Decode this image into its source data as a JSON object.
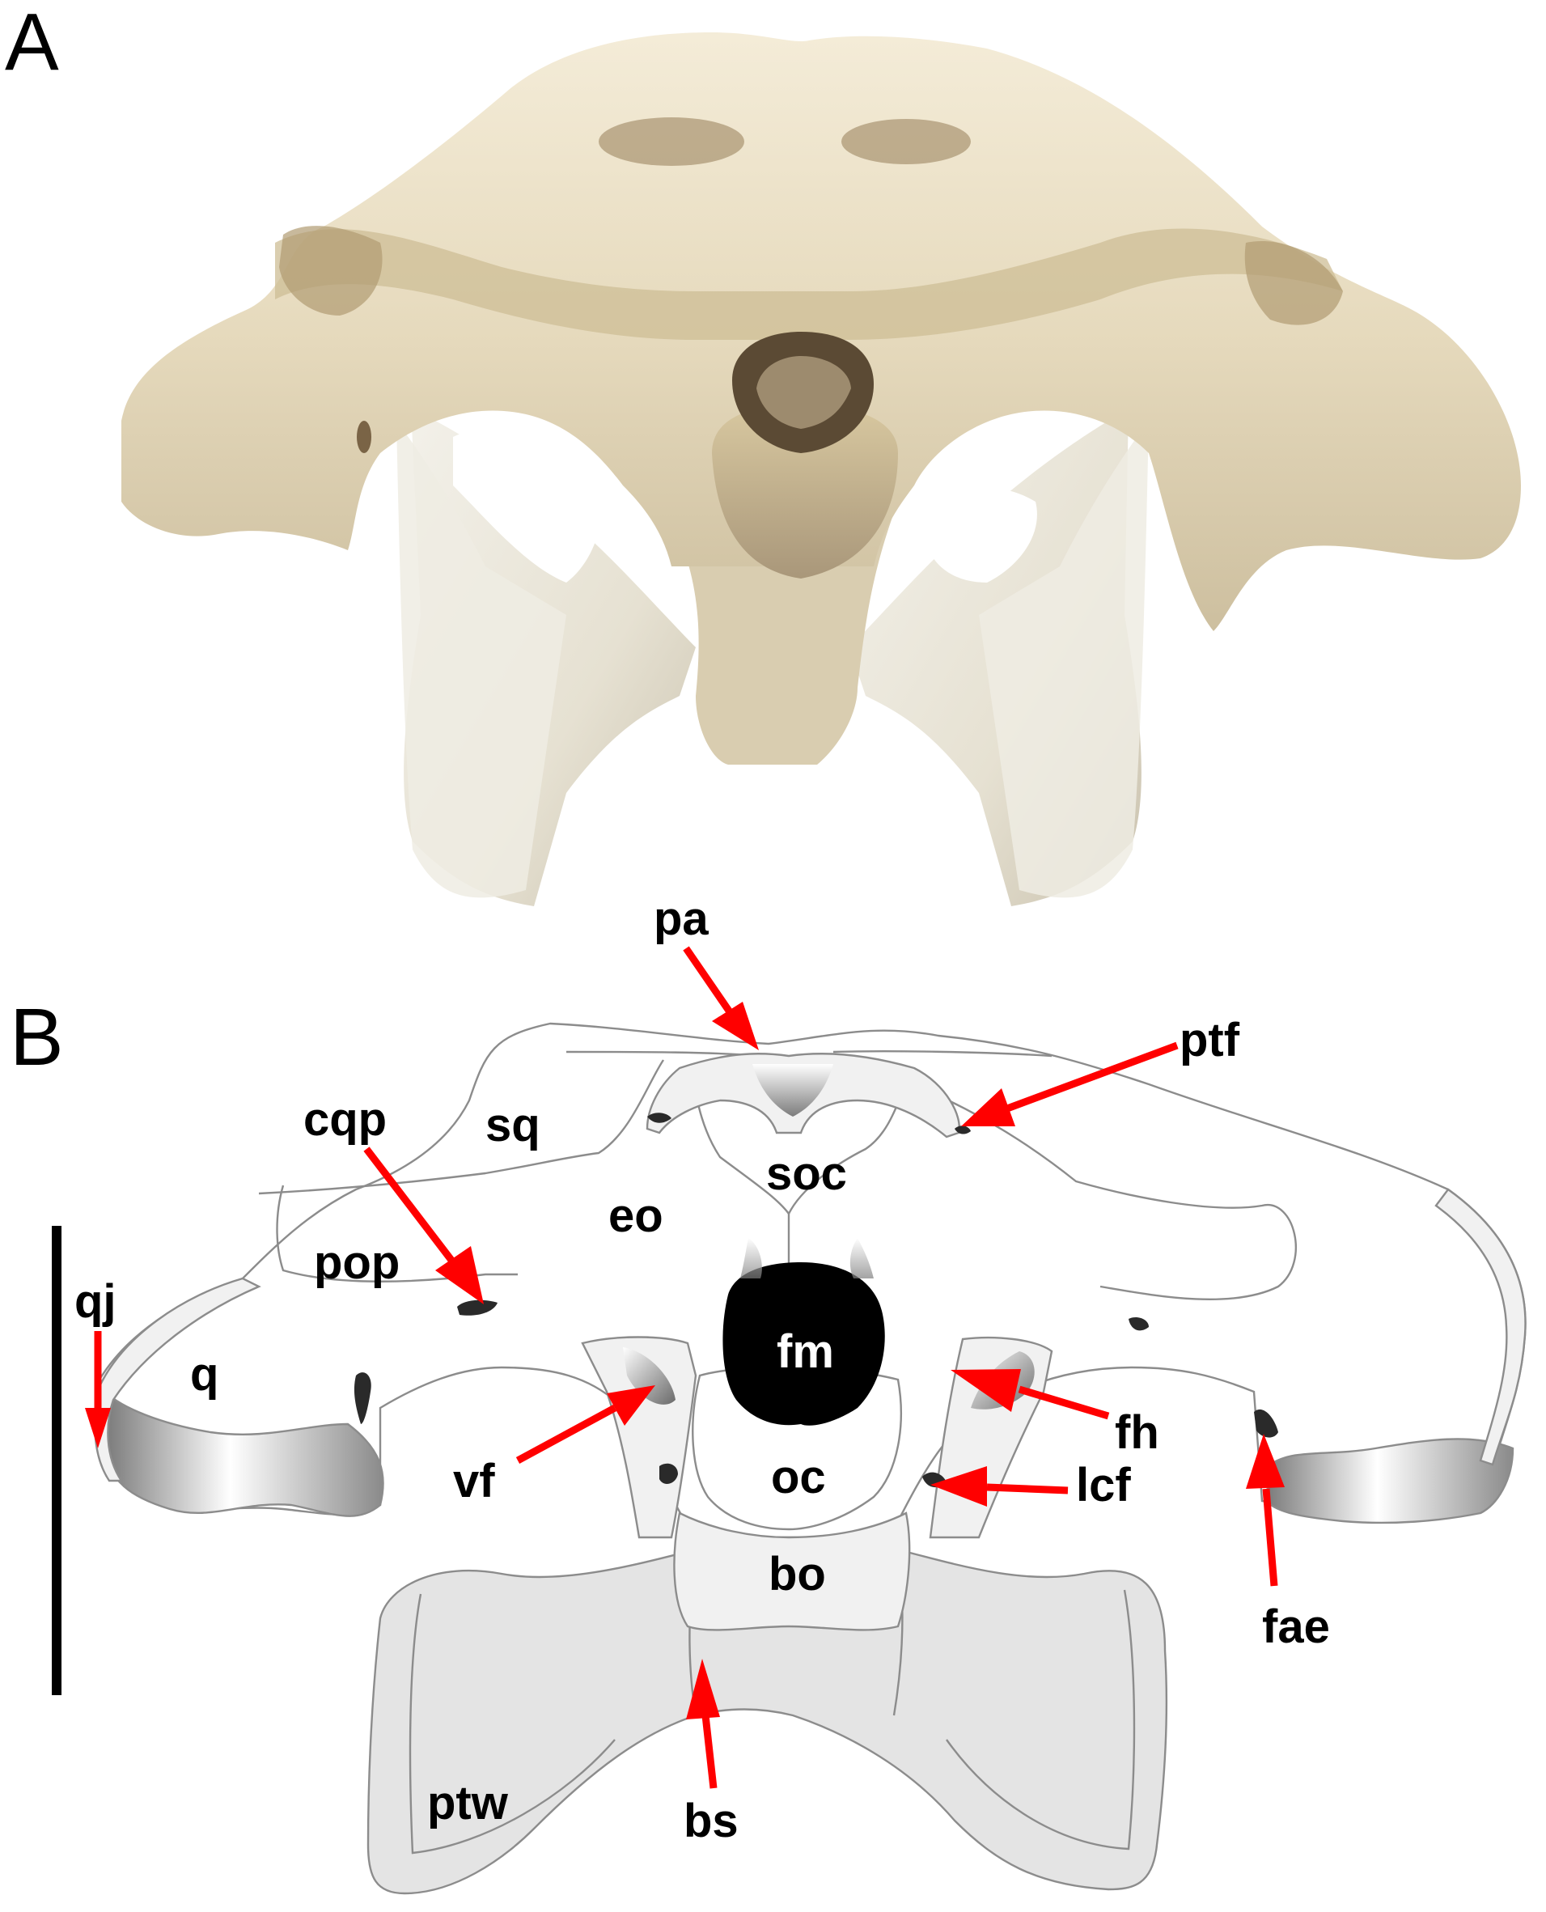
{
  "figure": {
    "panels": [
      {
        "id": "A",
        "label": "A",
        "content": "photograph of skull in posterior view"
      },
      {
        "id": "B",
        "label": "B",
        "content": "interpretive line drawing with anatomical labels"
      }
    ],
    "colors": {
      "arrow": "#ff0000",
      "outline": "#8c8c8c",
      "bone_light": "#f1f1f1",
      "bone_mid": "#e4e4e4",
      "foramen": "#2a2a2a",
      "foramen_magnum": "#000000",
      "photo_bone": "#e9dfc6"
    },
    "scale_bar": {
      "orientation": "vertical",
      "label": ""
    },
    "labels": {
      "pa": "pa",
      "ptf": "ptf",
      "cqp": "cqp",
      "sq": "sq",
      "soc": "soc",
      "eo": "eo",
      "pop": "pop",
      "qj": "qj",
      "q": "q",
      "fm": "fm",
      "fh": "fh",
      "vf": "vf",
      "oc": "oc",
      "lcf": "lcf",
      "fae": "fae",
      "bo": "bo",
      "ptw": "ptw",
      "bs": "bs"
    }
  }
}
